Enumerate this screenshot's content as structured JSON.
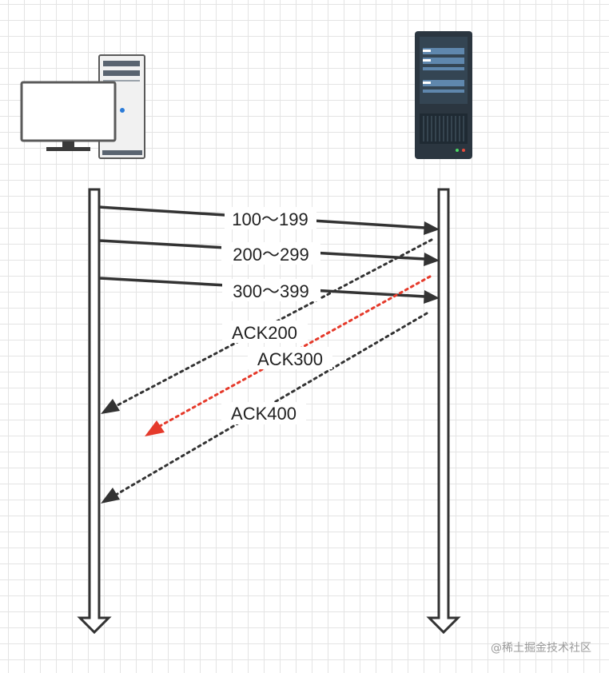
{
  "diagram": {
    "nodes": {
      "client": {
        "icon": "desktop-computer-icon"
      },
      "server": {
        "icon": "server-rack-icon"
      }
    },
    "messages": [
      {
        "id": "seg1",
        "label": "100～199",
        "direction": "client-to-server",
        "style": "solid",
        "color": "#333333"
      },
      {
        "id": "seg2",
        "label": "200～299",
        "direction": "client-to-server",
        "style": "solid",
        "color": "#333333"
      },
      {
        "id": "seg3",
        "label": "300～399",
        "direction": "client-to-server",
        "style": "solid",
        "color": "#333333"
      },
      {
        "id": "ack1",
        "label": "ACK200",
        "direction": "server-to-client",
        "style": "dotted",
        "color": "#333333"
      },
      {
        "id": "ack2",
        "label": "ACK300",
        "direction": "server-to-client",
        "style": "dotted",
        "color": "#e53a2b",
        "lost": true
      },
      {
        "id": "ack3",
        "label": "ACK400",
        "direction": "server-to-client",
        "style": "dotted",
        "color": "#333333"
      }
    ]
  },
  "watermark": "@稀土掘金技术社区"
}
